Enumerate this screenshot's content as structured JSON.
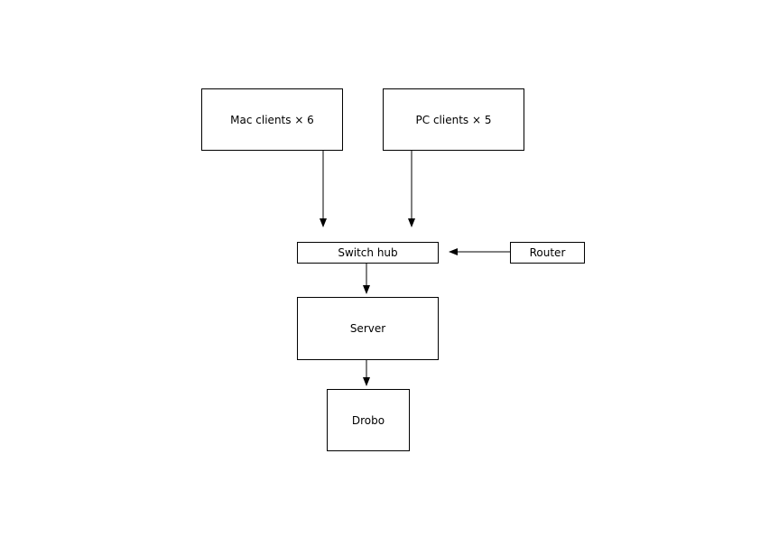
{
  "diagram": {
    "nodes": {
      "mac_clients": "Mac clients × 6",
      "pc_clients": "PC clients × 5",
      "switch_hub": "Switch hub",
      "router": "Router",
      "server": "Server",
      "drobo": "Drobo"
    },
    "edges": [
      {
        "from": "mac_clients",
        "to": "switch_hub"
      },
      {
        "from": "pc_clients",
        "to": "switch_hub"
      },
      {
        "from": "router",
        "to": "switch_hub"
      },
      {
        "from": "switch_hub",
        "to": "server"
      },
      {
        "from": "server",
        "to": "drobo"
      }
    ]
  }
}
